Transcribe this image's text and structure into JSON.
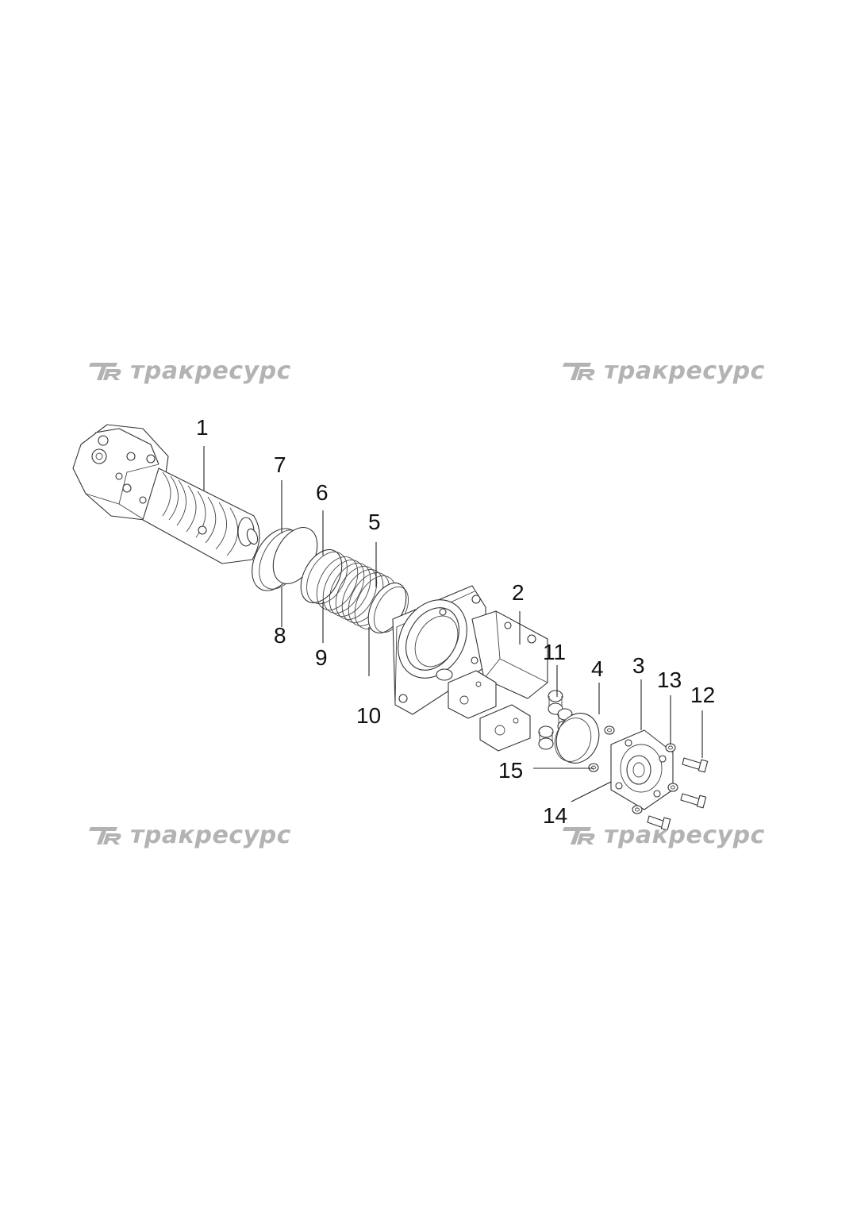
{
  "watermark": {
    "text": "тракресурс",
    "logo": "TR"
  },
  "callouts": [
    "1",
    "2",
    "3",
    "4",
    "5",
    "6",
    "7",
    "8",
    "9",
    "10",
    "11",
    "12",
    "13",
    "14",
    "15"
  ],
  "colors": {
    "line": "#222222",
    "watermark": "#b3b3b3",
    "background": "#ffffff"
  }
}
